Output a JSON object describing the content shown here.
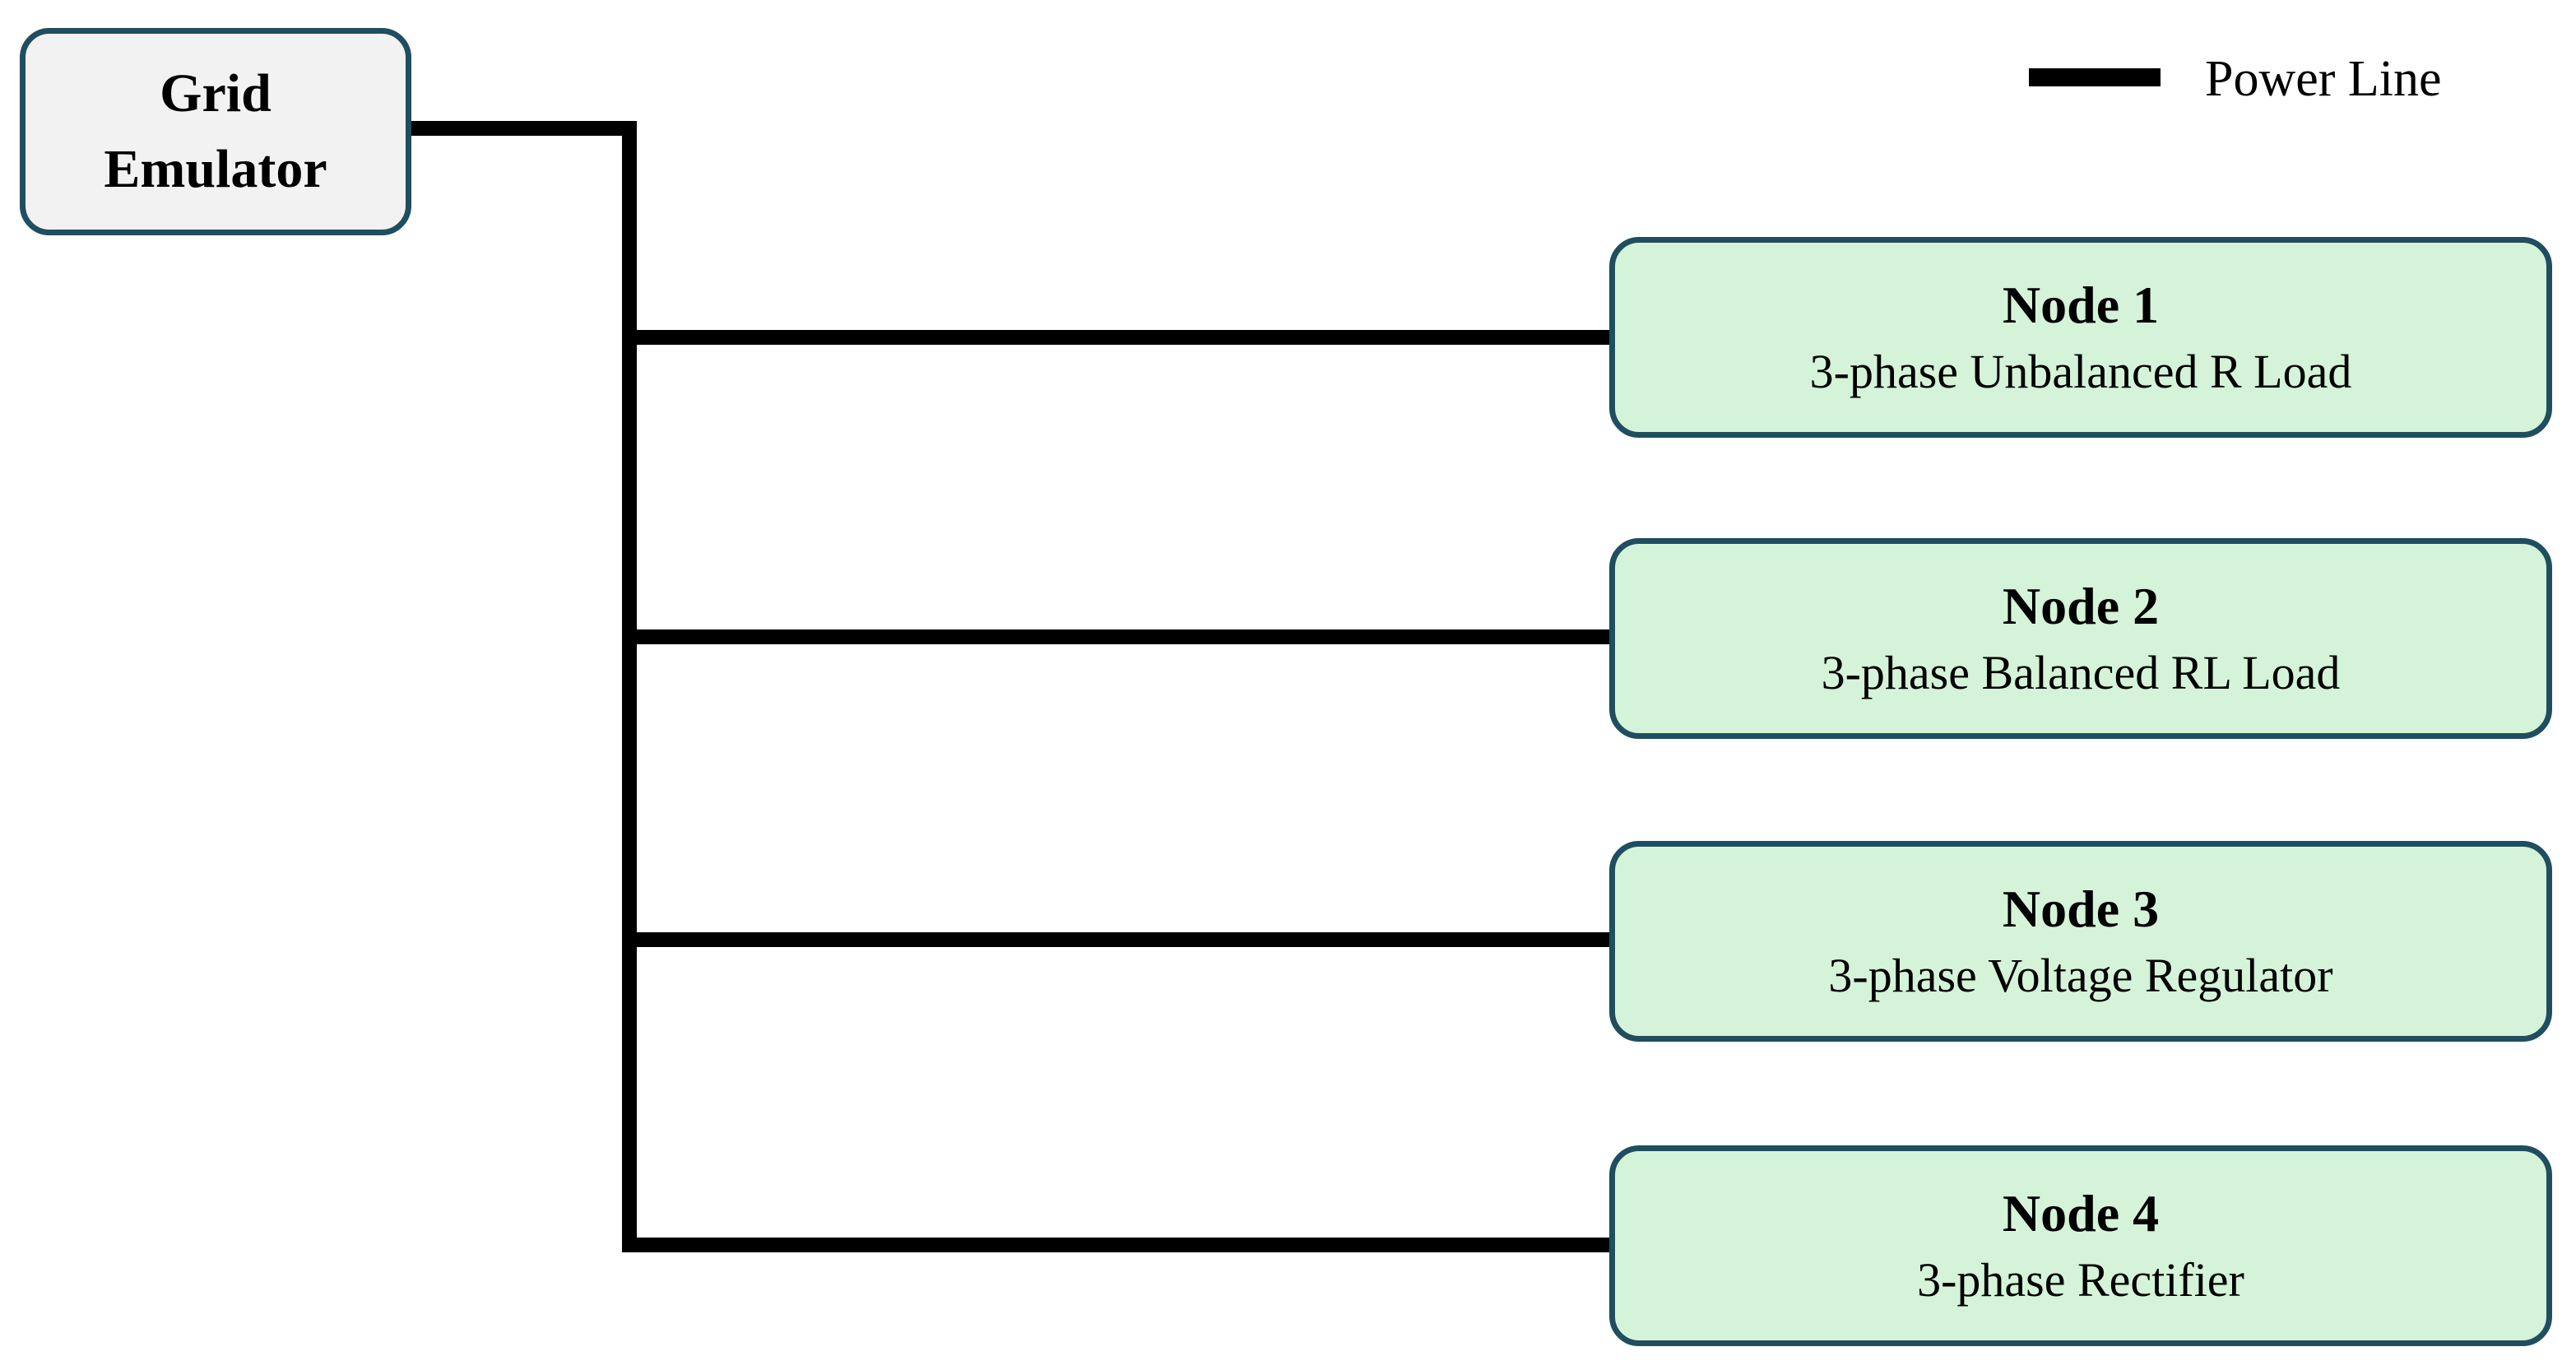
{
  "grid_emulator": {
    "line1": "Grid",
    "line2": "Emulator"
  },
  "legend": {
    "label": "Power Line"
  },
  "nodes": [
    {
      "title": "Node 1",
      "description": "3-phase Unbalanced R Load"
    },
    {
      "title": "Node 2",
      "description": "3-phase Balanced RL Load"
    },
    {
      "title": "Node 3",
      "description": "3-phase Voltage Regulator"
    },
    {
      "title": "Node 4",
      "description": "3-phase Rectifier"
    }
  ],
  "colors": {
    "power_line": "#000000",
    "box_border": "#1f4e60",
    "grid_fill": "#f2f2f2",
    "node_fill": "#d4f3d8"
  }
}
